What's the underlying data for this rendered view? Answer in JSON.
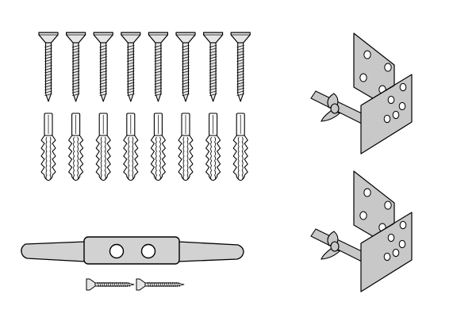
{
  "colors": {
    "background": "#ffffff",
    "outline": "#000000",
    "screw_fill": "#e6e6e6",
    "plug_fill": "#ffffff",
    "bracket_fill": "#c8c8c8",
    "cleat_fill": "#d2d2d2",
    "hole_fill": "#ffffff"
  },
  "parts": {
    "wood_screws": {
      "icon": "countersunk-screw-icon",
      "count": 8
    },
    "wall_plugs": {
      "icon": "wall-plug-icon",
      "count": 8
    },
    "angle_brackets": {
      "icon": "angle-bracket-with-wingnut-icon",
      "count": 2
    },
    "rope_cleat": {
      "icon": "rope-cleat-icon",
      "count": 1,
      "holes": 2
    },
    "small_screws": {
      "icon": "small-countersunk-screw-icon",
      "count": 2
    }
  }
}
